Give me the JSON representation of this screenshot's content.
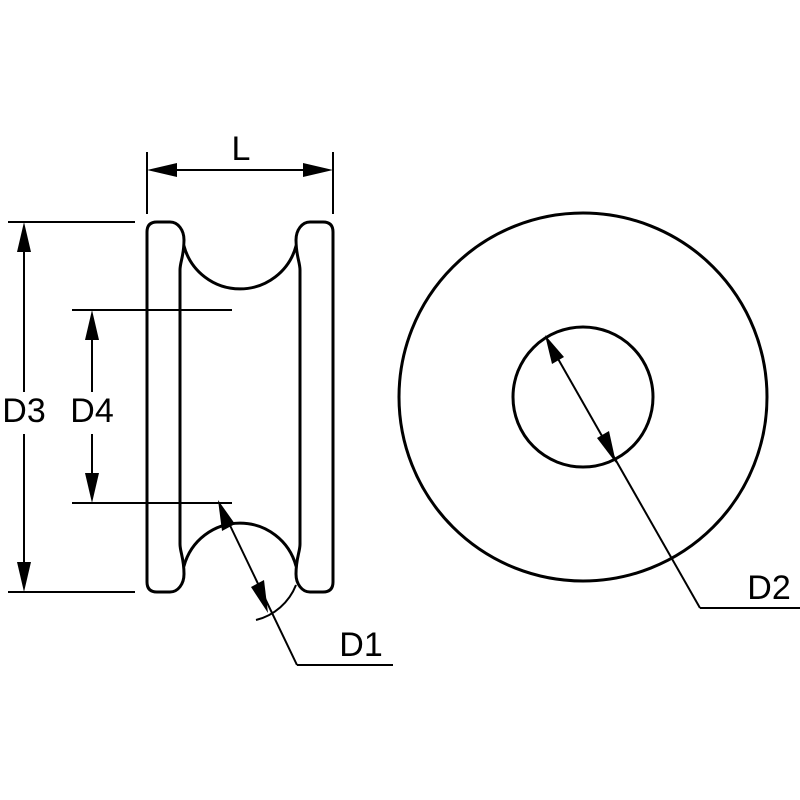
{
  "labels": {
    "length": "L",
    "outer_diameter": "D3",
    "groove_bottom_diameter": "D4",
    "groove_diameter": "D1",
    "bore_diameter": "D2"
  }
}
